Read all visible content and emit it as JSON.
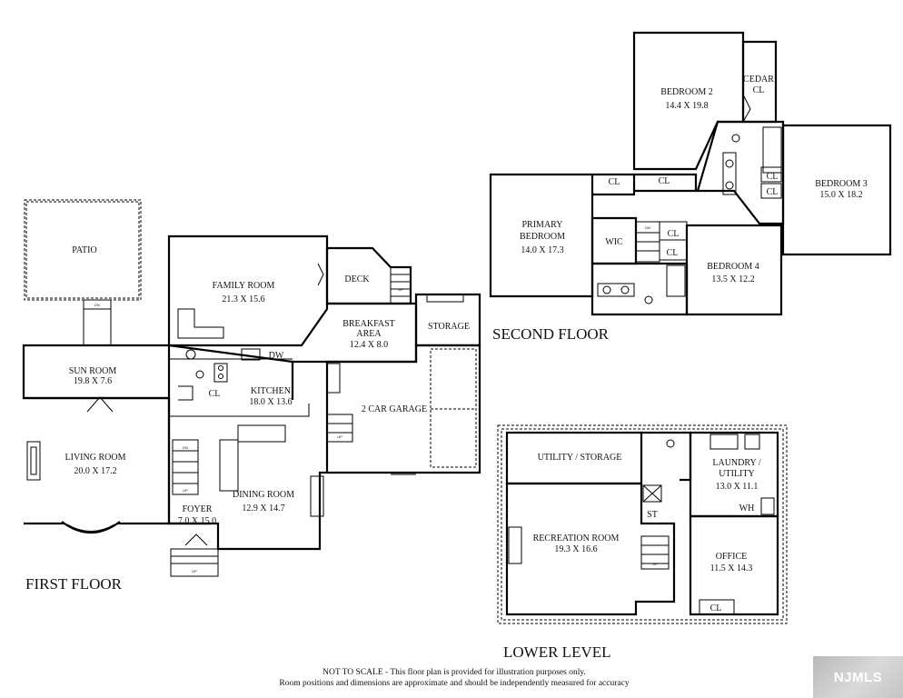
{
  "floors": {
    "first": "FIRST FLOOR",
    "second": "SECOND FLOOR",
    "lower": "LOWER LEVEL"
  },
  "rooms": {
    "patio": "PATIO",
    "family_room": [
      "FAMILY ROOM",
      "21.3 X 15.6"
    ],
    "deck": "DECK",
    "breakfast": [
      "BREAKFAST",
      "AREA",
      "12.4 X 8.0"
    ],
    "storage": "STORAGE",
    "sun_room": [
      "SUN ROOM",
      "19.8 X 7.6"
    ],
    "kitchen": [
      "KITCHEN",
      "18.0 X 13.6"
    ],
    "dw": "DW",
    "first_cl": "CL",
    "garage": "2 CAR GARAGE",
    "living_room": [
      "LIVING ROOM",
      "20.0 X 17.2"
    ],
    "dining_room": [
      "DINING ROOM",
      "12.9 X 14.7"
    ],
    "foyer": [
      "FOYER",
      "7.0 X 15.0"
    ],
    "bedroom2": [
      "BEDROOM 2",
      "14.4 X 19.8"
    ],
    "cedar_cl": [
      "CEDAR",
      "CL"
    ],
    "bedroom3": [
      "BEDROOM 3",
      "15.0 X 18.2"
    ],
    "primary": [
      "PRIMARY",
      "BEDROOM",
      "14.0 X 17.3"
    ],
    "wic": "WIC",
    "bedroom4": [
      "BEDROOM 4",
      "13.5 X 12.2"
    ],
    "second_cl": [
      "CL",
      "CL",
      "CL",
      "CL",
      "CL",
      "CL"
    ],
    "utility_storage": "UTILITY / STORAGE",
    "laundry": [
      "LAUNDRY /",
      "UTILITY",
      "13.0 X 11.1"
    ],
    "wh": "WH",
    "st": "ST",
    "recreation": [
      "RECREATION ROOM",
      "19.3 X 16.6"
    ],
    "office": [
      "OFFICE",
      "11.5 X 14.3"
    ],
    "lower_cl": "CL",
    "stair_up": "UP",
    "stair_dn": "DN"
  },
  "footnote": [
    "NOT TO SCALE - This floor plan is provided for illustration purposes only.",
    "Room positions and dimensions are approximate and should be independently measured for accuracy"
  ],
  "logo": "NJMLS"
}
